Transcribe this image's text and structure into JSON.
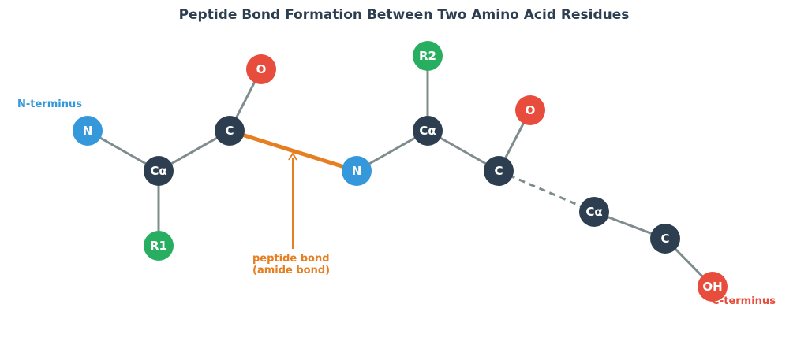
{
  "title": "Peptide Bond Formation Between Two Amino Acid Residues",
  "colors": {
    "title": "#2c3e50",
    "backbone_atom": "#2c3e50",
    "nitrogen": "#3498db",
    "oxygen": "#e74c3c",
    "side_chain": "#27ae60",
    "bond": "#7f8c8d",
    "peptide_bond": "#e67e22"
  },
  "atoms": [
    {
      "id": "n1",
      "label": "N",
      "type": "nitrogen"
    },
    {
      "id": "ca1",
      "label": "Cα",
      "type": "backbone_atom"
    },
    {
      "id": "r1",
      "label": "R1",
      "type": "side_chain"
    },
    {
      "id": "c1",
      "label": "C",
      "type": "backbone_atom"
    },
    {
      "id": "o1",
      "label": "O",
      "type": "oxygen"
    },
    {
      "id": "n2",
      "label": "N",
      "type": "nitrogen"
    },
    {
      "id": "ca2",
      "label": "Cα",
      "type": "backbone_atom"
    },
    {
      "id": "r2",
      "label": "R2",
      "type": "side_chain"
    },
    {
      "id": "c2",
      "label": "C",
      "type": "backbone_atom"
    },
    {
      "id": "o2",
      "label": "O",
      "type": "oxygen"
    },
    {
      "id": "ca3",
      "label": "Cα",
      "type": "backbone_atom"
    },
    {
      "id": "c3",
      "label": "C",
      "type": "backbone_atom"
    },
    {
      "id": "oh",
      "label": "OH",
      "type": "oxygen"
    }
  ],
  "bonds": [
    {
      "from": "n1",
      "to": "ca1",
      "style": "single"
    },
    {
      "from": "ca1",
      "to": "r1",
      "style": "single"
    },
    {
      "from": "ca1",
      "to": "c1",
      "style": "single"
    },
    {
      "from": "c1",
      "to": "o1",
      "style": "single"
    },
    {
      "from": "c1",
      "to": "n2",
      "style": "peptide"
    },
    {
      "from": "n2",
      "to": "ca2",
      "style": "single"
    },
    {
      "from": "ca2",
      "to": "r2",
      "style": "single"
    },
    {
      "from": "ca2",
      "to": "c2",
      "style": "single"
    },
    {
      "from": "c2",
      "to": "o2",
      "style": "single"
    },
    {
      "from": "c2",
      "to": "ca3",
      "style": "dashed"
    },
    {
      "from": "ca3",
      "to": "c3",
      "style": "single"
    },
    {
      "from": "c3",
      "to": "oh",
      "style": "single"
    }
  ],
  "labels": {
    "n_terminus": "N-terminus",
    "c_terminus": "C-terminus",
    "peptide_bond_line1": "peptide bond",
    "peptide_bond_line2": "(amide bond)"
  }
}
